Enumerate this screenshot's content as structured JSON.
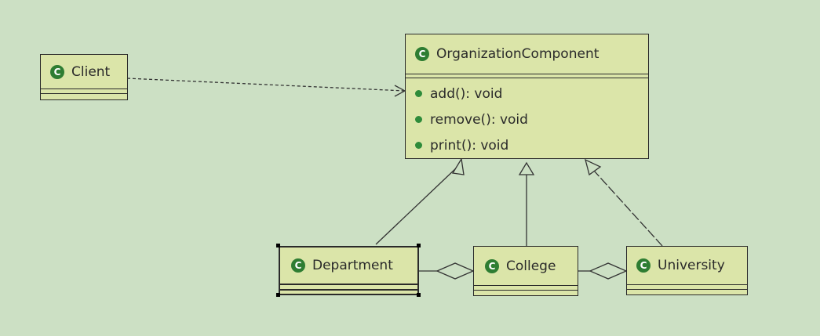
{
  "diagram": {
    "classes": {
      "client": {
        "name": "Client",
        "icon": "class-icon"
      },
      "component": {
        "name": "OrganizationComponent",
        "icon": "class-icon",
        "methods": [
          "add(): void",
          "remove(): void",
          "print(): void"
        ]
      },
      "department": {
        "name": "Department",
        "icon": "class-icon",
        "selected": true
      },
      "college": {
        "name": "College",
        "icon": "class-icon"
      },
      "university": {
        "name": "University",
        "icon": "class-icon"
      }
    },
    "badge_letter": "C",
    "relations": [
      {
        "type": "dependency",
        "from": "Client",
        "to": "OrganizationComponent"
      },
      {
        "type": "generalization",
        "from": "Department",
        "to": "OrganizationComponent"
      },
      {
        "type": "generalization",
        "from": "College",
        "to": "OrganizationComponent"
      },
      {
        "type": "generalization",
        "from": "University",
        "to": "OrganizationComponent"
      },
      {
        "type": "aggregation",
        "from": "Department",
        "to": "College"
      },
      {
        "type": "aggregation",
        "from": "College",
        "to": "University"
      }
    ],
    "colors": {
      "background": "#cce0c4",
      "class_fill": "#dbe5a9",
      "badge": "#2e7d32",
      "line": "#2a2a2a"
    }
  }
}
